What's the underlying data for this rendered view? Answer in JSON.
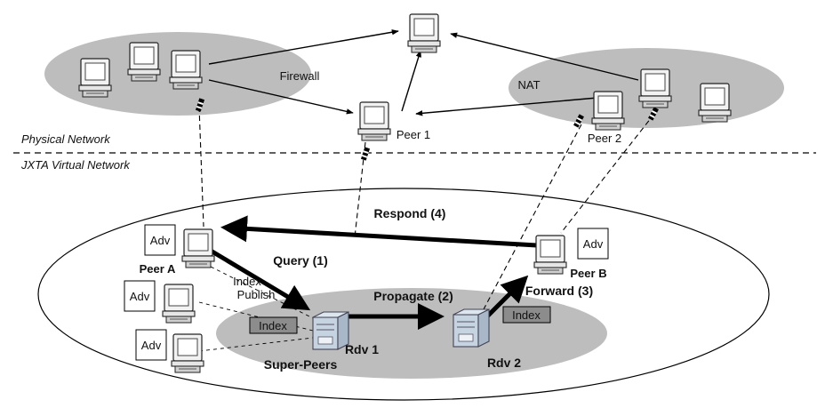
{
  "labels": {
    "firewall": "Firewall",
    "nat": "NAT",
    "peer1": "Peer 1",
    "peer2": "Peer 2",
    "physical_network": "Physical Network",
    "jxta_virtual_network": "JXTA Virtual Network",
    "respond": "Respond (4)",
    "query": "Query (1)",
    "propagate": "Propagate (2)",
    "forward": "Forward (3)",
    "publish_index_line1": "Publish",
    "publish_index_line2": "Index",
    "peer_a": "Peer A",
    "peer_b": "Peer B",
    "rdv1": "Rdv 1",
    "rdv2": "Rdv 2",
    "super_peers": "Super-Peers",
    "index_box_1": "Index",
    "index_box_2": "Index",
    "adv_1": "Adv",
    "adv_2": "Adv",
    "adv_3": "Adv",
    "adv_4": "Adv"
  },
  "colors": {
    "cloud_fill": "#bdbdbd",
    "index_box_fill": "#8c8c8c",
    "line": "#000000",
    "computer_body": "#f2f2f2",
    "computer_screen": "#ffffff",
    "server_fill": "#c6d3e0"
  },
  "icons": {
    "computer": "desktop-computer-icon",
    "server": "rendezvous-server-icon"
  }
}
